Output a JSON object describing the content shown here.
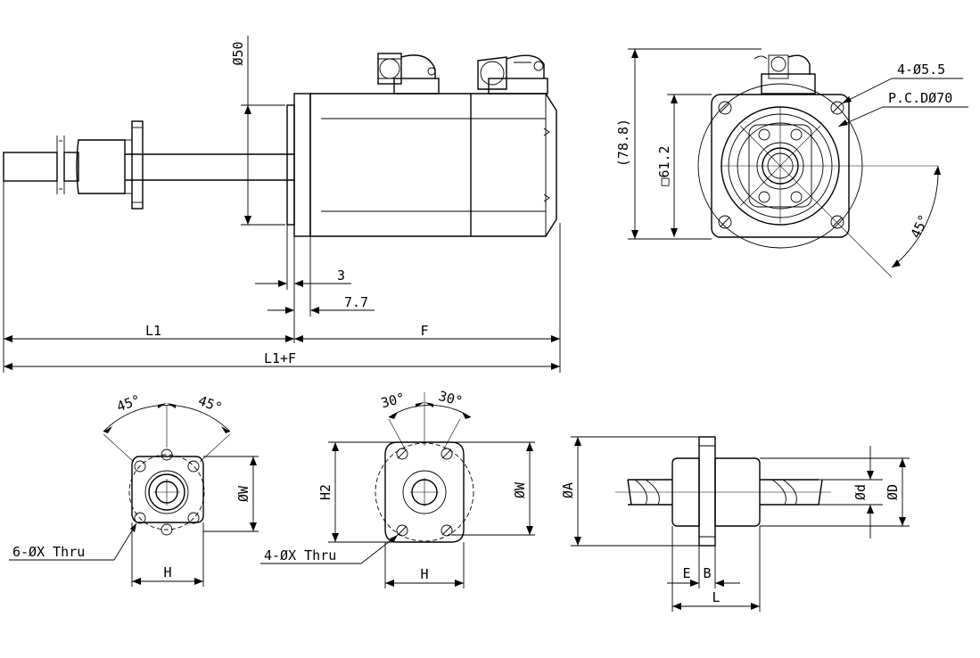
{
  "side_view": {
    "dia_shaft": "Ø50",
    "dim_3": "3",
    "dim_7_7": "7.7",
    "dim_L1": "L1",
    "dim_F": "F",
    "dim_L1F": "L1+F"
  },
  "front_view": {
    "height": "(78.8)",
    "square": "□61.2",
    "holes": "4-Ø5.5",
    "pcd": "P.C.DØ70",
    "angle": "45°"
  },
  "flange_6": {
    "angle_left": "45°",
    "angle_right": "45°",
    "dia_w": "ØW",
    "width_h": "H",
    "holes": "6-ØX Thru"
  },
  "flange_4": {
    "angle_left": "30°",
    "angle_right": "30°",
    "h2": "H2",
    "dia_w": "ØW",
    "width_h": "H",
    "holes": "4-ØX Thru"
  },
  "nut_side": {
    "dia_a": "ØA",
    "dia_d_small": "Ød",
    "dia_d_big": "ØD",
    "dim_e": "E",
    "dim_b": "B",
    "dim_l": "L"
  }
}
